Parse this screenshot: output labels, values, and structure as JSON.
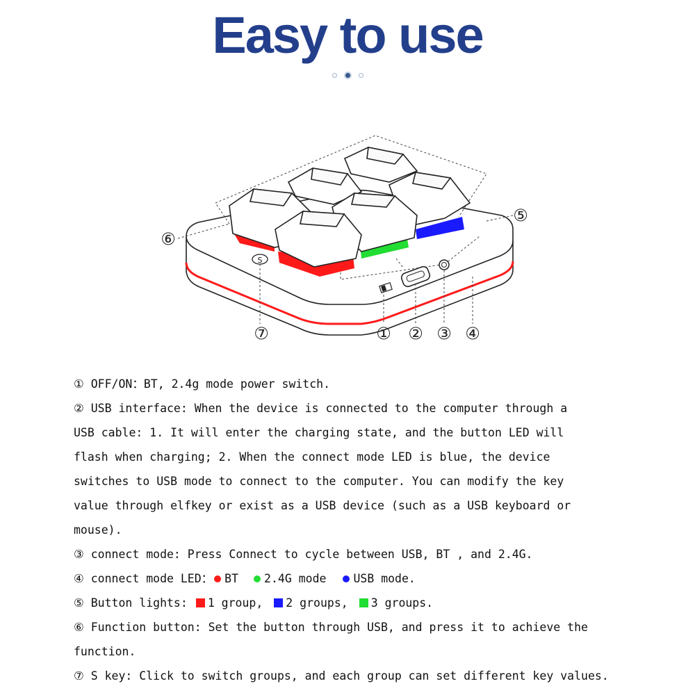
{
  "header": {
    "title": "Easy to use",
    "title_color": "#233f8c",
    "carousel": {
      "count": 3,
      "active": 2
    }
  },
  "diagram": {
    "callouts": [
      "①",
      "②",
      "③",
      "④",
      "⑤",
      "⑥",
      "⑦"
    ],
    "s_key_label": "S",
    "led_colors": {
      "red": "#ff1a1a",
      "green": "#22dd33",
      "blue": "#1a1aff"
    }
  },
  "description": {
    "item1": "① OFF/ON：BT, 2.4g mode power switch.",
    "item2_l1": "② USB interface: When the device is connected to the computer through a",
    "item2_l2": "USB cable: 1. It will enter the charging state, and the button LED will",
    "item2_l3": "flash when charging; 2. When the connect mode LED is blue, the device",
    "item2_l4": "switches to USB mode to connect to the computer. You can modify the key",
    "item2_l5": "value through elfkey or exist as a USB device (such as a USB keyboard or",
    "item2_l6": "mouse).",
    "item3": "③ connect mode: Press Connect to cycle between USB, BT , and 2.4G.",
    "item4_prefix": "④ connect mode LED：",
    "item4_bt": "BT",
    "item4_24g": "2.4G mode",
    "item4_usb": "USB mode.",
    "item5_prefix": "⑤ Button lights:",
    "item5_g1": "1 group,",
    "item5_g2": "2 groups,",
    "item5_g3": "3 groups.",
    "item6_l1": "⑥ Function button: Set the button through USB, and press it to achieve the",
    "item6_l2": "function.",
    "item7": "⑦ S key: Click to switch groups, and each group can set different key values."
  }
}
